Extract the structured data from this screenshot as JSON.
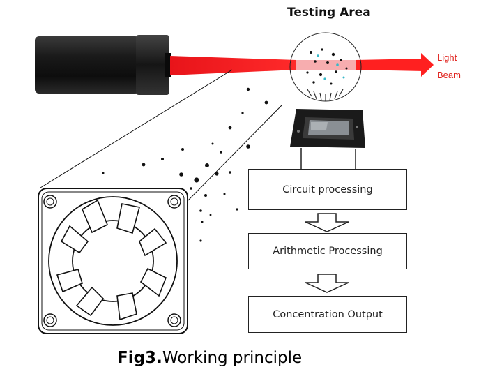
{
  "title": "Testing Area",
  "beam_label": {
    "line1": "Light",
    "line2": "Beam"
  },
  "steps": [
    {
      "label": "Circuit processing"
    },
    {
      "label": "Arithmetic Processing"
    },
    {
      "label": "Concentration Output"
    }
  ],
  "caption": {
    "prefix": "Fig3.",
    "text": "Working principle"
  },
  "colors": {
    "beam": "#e0201b",
    "laser_body": "#1c1c1c",
    "box_border": "#222222",
    "particle": "#111111",
    "particle_accent": "#38b8c8"
  },
  "icons": [
    "laser-emitter-icon",
    "fan-icon",
    "sensor-chip-icon",
    "down-arrow-icon",
    "beam-arrowhead-icon"
  ]
}
